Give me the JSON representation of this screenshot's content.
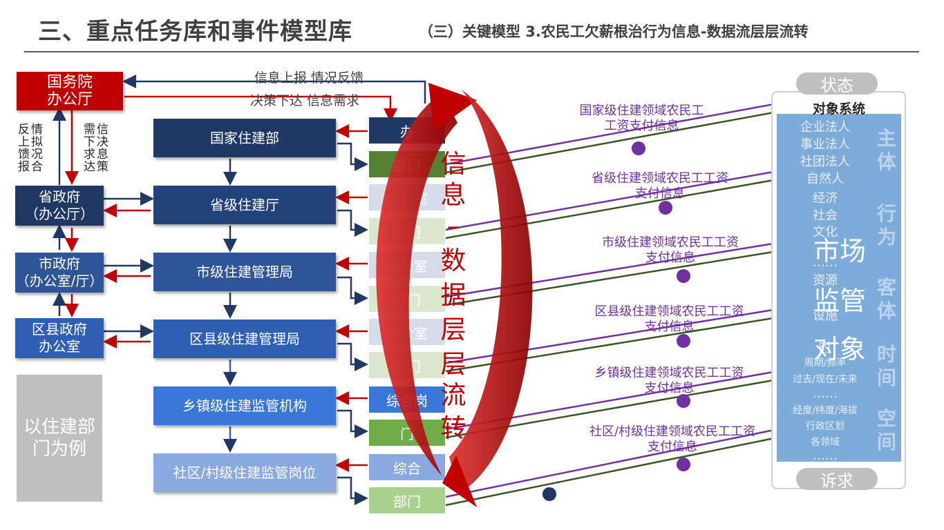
{
  "header": {
    "title": "三、重点任务库和事件模型库",
    "subtitle": "（三）关键模型 3.农民工欠薪根治行为信息-数据流层层流转"
  },
  "top_flows": {
    "report": "信息上报 情况反馈",
    "decision": "决策下达 信息需求"
  },
  "vertical_labels": {
    "left": "情拟况合反上馈报",
    "right": "信决息策需下求达"
  },
  "gov": {
    "state_council": "国务院\n办公厅",
    "province": "省政府\n（办公厅）",
    "city": "市政府\n（办公室/厅）",
    "county": "区县政府\n办公室"
  },
  "housing": {
    "national": "国家住建部",
    "province": "省级住建厅",
    "city": "市级住建管理局",
    "county": "区县级住建管理局",
    "town": "乡镇级住建监管机构",
    "community": "社区/村级住建监管岗位"
  },
  "sub_units": [
    "办",
    "部门",
    "办公室",
    "部门",
    "办公室",
    "部门",
    "办公室",
    "部门",
    "综合岗",
    "门",
    "综合",
    "部门"
  ],
  "example_label": "以住建部\n门为例",
  "circle_text": [
    "信",
    "息",
    "–",
    "数",
    "据",
    "层",
    "层",
    "流",
    "转"
  ],
  "info_levels": [
    "国家级住建领域农民工\n工资支付信息",
    "省级住建领域农民工工资\n支付信息",
    "市级住建领域农民工工资\n支付信息",
    "区县级住建领域农民工工资\n支付信息",
    "乡镇级住建领域农民工工资\n支付信息",
    "社区/村级住建领域农民工工资\n支付信息"
  ],
  "right_panel": {
    "status_pill": "状态",
    "appeal_pill": "诉求",
    "header": "对象系统",
    "rows": [
      "企业法人",
      "事业法人",
      "社团法人",
      "自然人",
      "经济",
      "社会",
      "文化",
      "……",
      "资源",
      "设施",
      "时",
      "周期/频率",
      "过去/现在/未来",
      "……",
      "经度/纬度/海拔",
      "行政区划",
      "各领域",
      "……"
    ],
    "categories": [
      "主体",
      "行为",
      "客体",
      "时间",
      "空间"
    ],
    "market_object": [
      "市场",
      "监管",
      "对象"
    ]
  },
  "colors": {
    "red": "#c00000",
    "navy": "#1f3864",
    "purple": "#7030a0",
    "green": "#375623"
  }
}
